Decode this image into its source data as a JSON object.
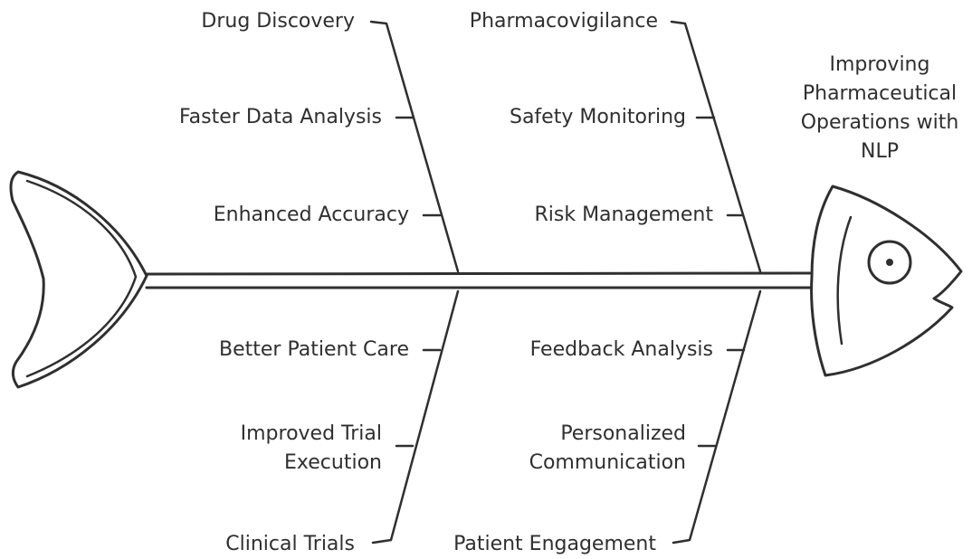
{
  "effect": {
    "title": "Improving Pharmaceutical Operations with NLP",
    "lines": [
      "Improving",
      "Pharmaceutical",
      "Operations with",
      "NLP"
    ]
  },
  "categories": {
    "top_left": {
      "name": "Drug Discovery",
      "causes": [
        "Faster Data Analysis",
        "Enhanced Accuracy"
      ]
    },
    "top_right": {
      "name": "Pharmacovigilance",
      "causes": [
        "Safety Monitoring",
        "Risk Management"
      ]
    },
    "bottom_left": {
      "name": "Clinical Trials",
      "causes": [
        "Better Patient Care",
        "Improved Trial Execution"
      ],
      "cause_lines": [
        "Improved Trial",
        "Execution"
      ]
    },
    "bottom_right": {
      "name": "Patient Engagement",
      "causes": [
        "Feedback Analysis",
        "Personalized Communication"
      ],
      "cause_lines": [
        "Personalized",
        "Communication"
      ]
    }
  }
}
